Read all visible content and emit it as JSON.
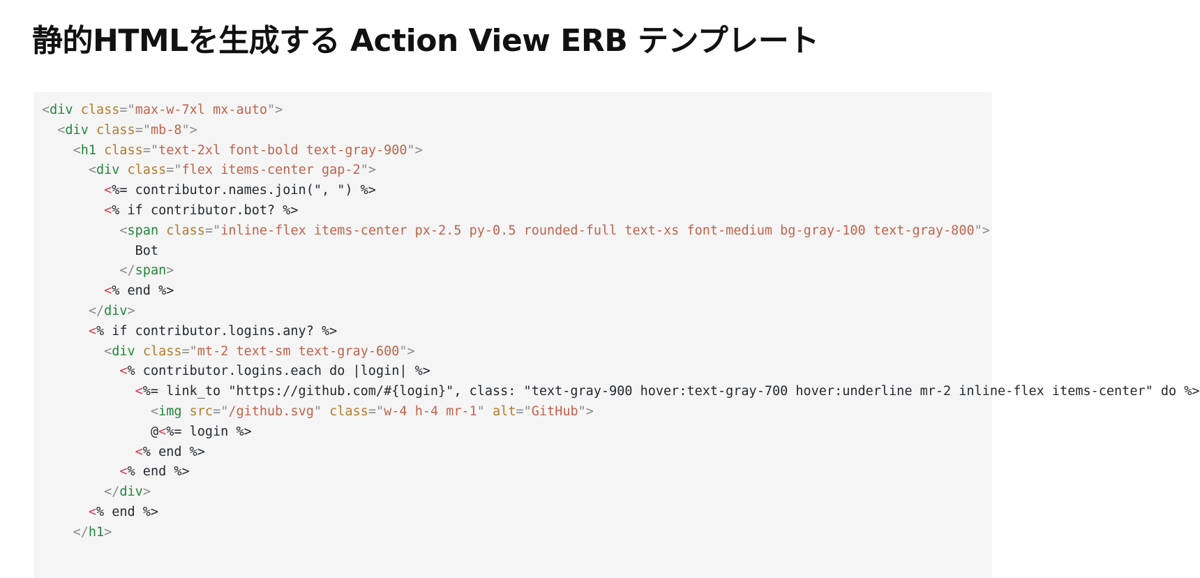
{
  "slide": {
    "title": "静的HTMLを生成する Action View ERB テンプレート"
  },
  "code": {
    "lines": [
      {
        "indent": 0,
        "tokens": [
          {
            "t": "punc",
            "v": "<"
          },
          {
            "t": "tag",
            "v": "div"
          },
          {
            "t": "text",
            "v": " "
          },
          {
            "t": "attr",
            "v": "class"
          },
          {
            "t": "punc",
            "v": "=\""
          },
          {
            "t": "str",
            "v": "max-w-7xl mx-auto"
          },
          {
            "t": "punc",
            "v": "\">"
          }
        ]
      },
      {
        "indent": 1,
        "tokens": [
          {
            "t": "punc",
            "v": "<"
          },
          {
            "t": "tag",
            "v": "div"
          },
          {
            "t": "text",
            "v": " "
          },
          {
            "t": "attr",
            "v": "class"
          },
          {
            "t": "punc",
            "v": "=\""
          },
          {
            "t": "str",
            "v": "mb-8"
          },
          {
            "t": "punc",
            "v": "\">"
          }
        ]
      },
      {
        "indent": 2,
        "tokens": [
          {
            "t": "punc",
            "v": "<"
          },
          {
            "t": "tag",
            "v": "h1"
          },
          {
            "t": "text",
            "v": " "
          },
          {
            "t": "attr",
            "v": "class"
          },
          {
            "t": "punc",
            "v": "=\""
          },
          {
            "t": "str",
            "v": "text-2xl font-bold text-gray-900"
          },
          {
            "t": "punc",
            "v": "\">"
          }
        ]
      },
      {
        "indent": 3,
        "tokens": [
          {
            "t": "punc",
            "v": "<"
          },
          {
            "t": "tag",
            "v": "div"
          },
          {
            "t": "text",
            "v": " "
          },
          {
            "t": "attr",
            "v": "class"
          },
          {
            "t": "punc",
            "v": "=\""
          },
          {
            "t": "str",
            "v": "flex items-center gap-2"
          },
          {
            "t": "punc",
            "v": "\">"
          }
        ]
      },
      {
        "indent": 4,
        "tokens": [
          {
            "t": "erb",
            "v": "<"
          },
          {
            "t": "ruby",
            "v": "%= contributor.names.join(\", \") %>"
          }
        ]
      },
      {
        "indent": 4,
        "tokens": [
          {
            "t": "erb",
            "v": "<"
          },
          {
            "t": "ruby",
            "v": "% if contributor.bot? %>"
          }
        ]
      },
      {
        "indent": 5,
        "tokens": [
          {
            "t": "punc",
            "v": "<"
          },
          {
            "t": "tag",
            "v": "span"
          },
          {
            "t": "text",
            "v": " "
          },
          {
            "t": "attr",
            "v": "class"
          },
          {
            "t": "punc",
            "v": "=\""
          },
          {
            "t": "str",
            "v": "inline-flex items-center px-2.5 py-0.5 rounded-full text-xs font-medium bg-gray-100 text-gray-800"
          },
          {
            "t": "punc",
            "v": "\">"
          }
        ]
      },
      {
        "indent": 6,
        "tokens": [
          {
            "t": "text",
            "v": "Bot"
          }
        ]
      },
      {
        "indent": 5,
        "tokens": [
          {
            "t": "punc",
            "v": "</"
          },
          {
            "t": "tag",
            "v": "span"
          },
          {
            "t": "punc",
            "v": ">"
          }
        ]
      },
      {
        "indent": 4,
        "tokens": [
          {
            "t": "erb",
            "v": "<"
          },
          {
            "t": "ruby",
            "v": "% end %>"
          }
        ]
      },
      {
        "indent": 3,
        "tokens": [
          {
            "t": "punc",
            "v": "</"
          },
          {
            "t": "tag",
            "v": "div"
          },
          {
            "t": "punc",
            "v": ">"
          }
        ]
      },
      {
        "indent": 3,
        "tokens": [
          {
            "t": "erb",
            "v": "<"
          },
          {
            "t": "ruby",
            "v": "% if contributor.logins.any? %>"
          }
        ]
      },
      {
        "indent": 4,
        "tokens": [
          {
            "t": "punc",
            "v": "<"
          },
          {
            "t": "tag",
            "v": "div"
          },
          {
            "t": "text",
            "v": " "
          },
          {
            "t": "attr",
            "v": "class"
          },
          {
            "t": "punc",
            "v": "=\""
          },
          {
            "t": "str",
            "v": "mt-2 text-sm text-gray-600"
          },
          {
            "t": "punc",
            "v": "\">"
          }
        ]
      },
      {
        "indent": 5,
        "tokens": [
          {
            "t": "erb",
            "v": "<"
          },
          {
            "t": "ruby",
            "v": "% contributor.logins.each do |login| %>"
          }
        ]
      },
      {
        "indent": 6,
        "tokens": [
          {
            "t": "erb",
            "v": "<"
          },
          {
            "t": "ruby",
            "v": "%= link_to \"https://github.com/#{login}\", class: \"text-gray-900 hover:text-gray-700 hover:underline mr-2 inline-flex items-center\" do %>"
          }
        ]
      },
      {
        "indent": 7,
        "tokens": [
          {
            "t": "punc",
            "v": "<"
          },
          {
            "t": "tag",
            "v": "img"
          },
          {
            "t": "text",
            "v": " "
          },
          {
            "t": "attr",
            "v": "src"
          },
          {
            "t": "punc",
            "v": "=\""
          },
          {
            "t": "str",
            "v": "/github.svg"
          },
          {
            "t": "punc",
            "v": "\""
          },
          {
            "t": "text",
            "v": " "
          },
          {
            "t": "attr",
            "v": "class"
          },
          {
            "t": "punc",
            "v": "=\""
          },
          {
            "t": "str",
            "v": "w-4 h-4 mr-1"
          },
          {
            "t": "punc",
            "v": "\""
          },
          {
            "t": "text",
            "v": " "
          },
          {
            "t": "attr",
            "v": "alt"
          },
          {
            "t": "punc",
            "v": "=\""
          },
          {
            "t": "str",
            "v": "GitHub"
          },
          {
            "t": "punc",
            "v": "\">"
          }
        ]
      },
      {
        "indent": 7,
        "tokens": [
          {
            "t": "text",
            "v": "@"
          },
          {
            "t": "erb",
            "v": "<"
          },
          {
            "t": "ruby",
            "v": "%= login %>"
          }
        ]
      },
      {
        "indent": 6,
        "tokens": [
          {
            "t": "erb",
            "v": "<"
          },
          {
            "t": "ruby",
            "v": "% end %>"
          }
        ]
      },
      {
        "indent": 5,
        "tokens": [
          {
            "t": "erb",
            "v": "<"
          },
          {
            "t": "ruby",
            "v": "% end %>"
          }
        ]
      },
      {
        "indent": 4,
        "tokens": [
          {
            "t": "punc",
            "v": "</"
          },
          {
            "t": "tag",
            "v": "div"
          },
          {
            "t": "punc",
            "v": ">"
          }
        ]
      },
      {
        "indent": 3,
        "tokens": [
          {
            "t": "erb",
            "v": "<"
          },
          {
            "t": "ruby",
            "v": "% end %>"
          }
        ]
      },
      {
        "indent": 2,
        "tokens": [
          {
            "t": "punc",
            "v": "</"
          },
          {
            "t": "tag",
            "v": "h1"
          },
          {
            "t": "punc",
            "v": ">"
          }
        ]
      }
    ]
  }
}
